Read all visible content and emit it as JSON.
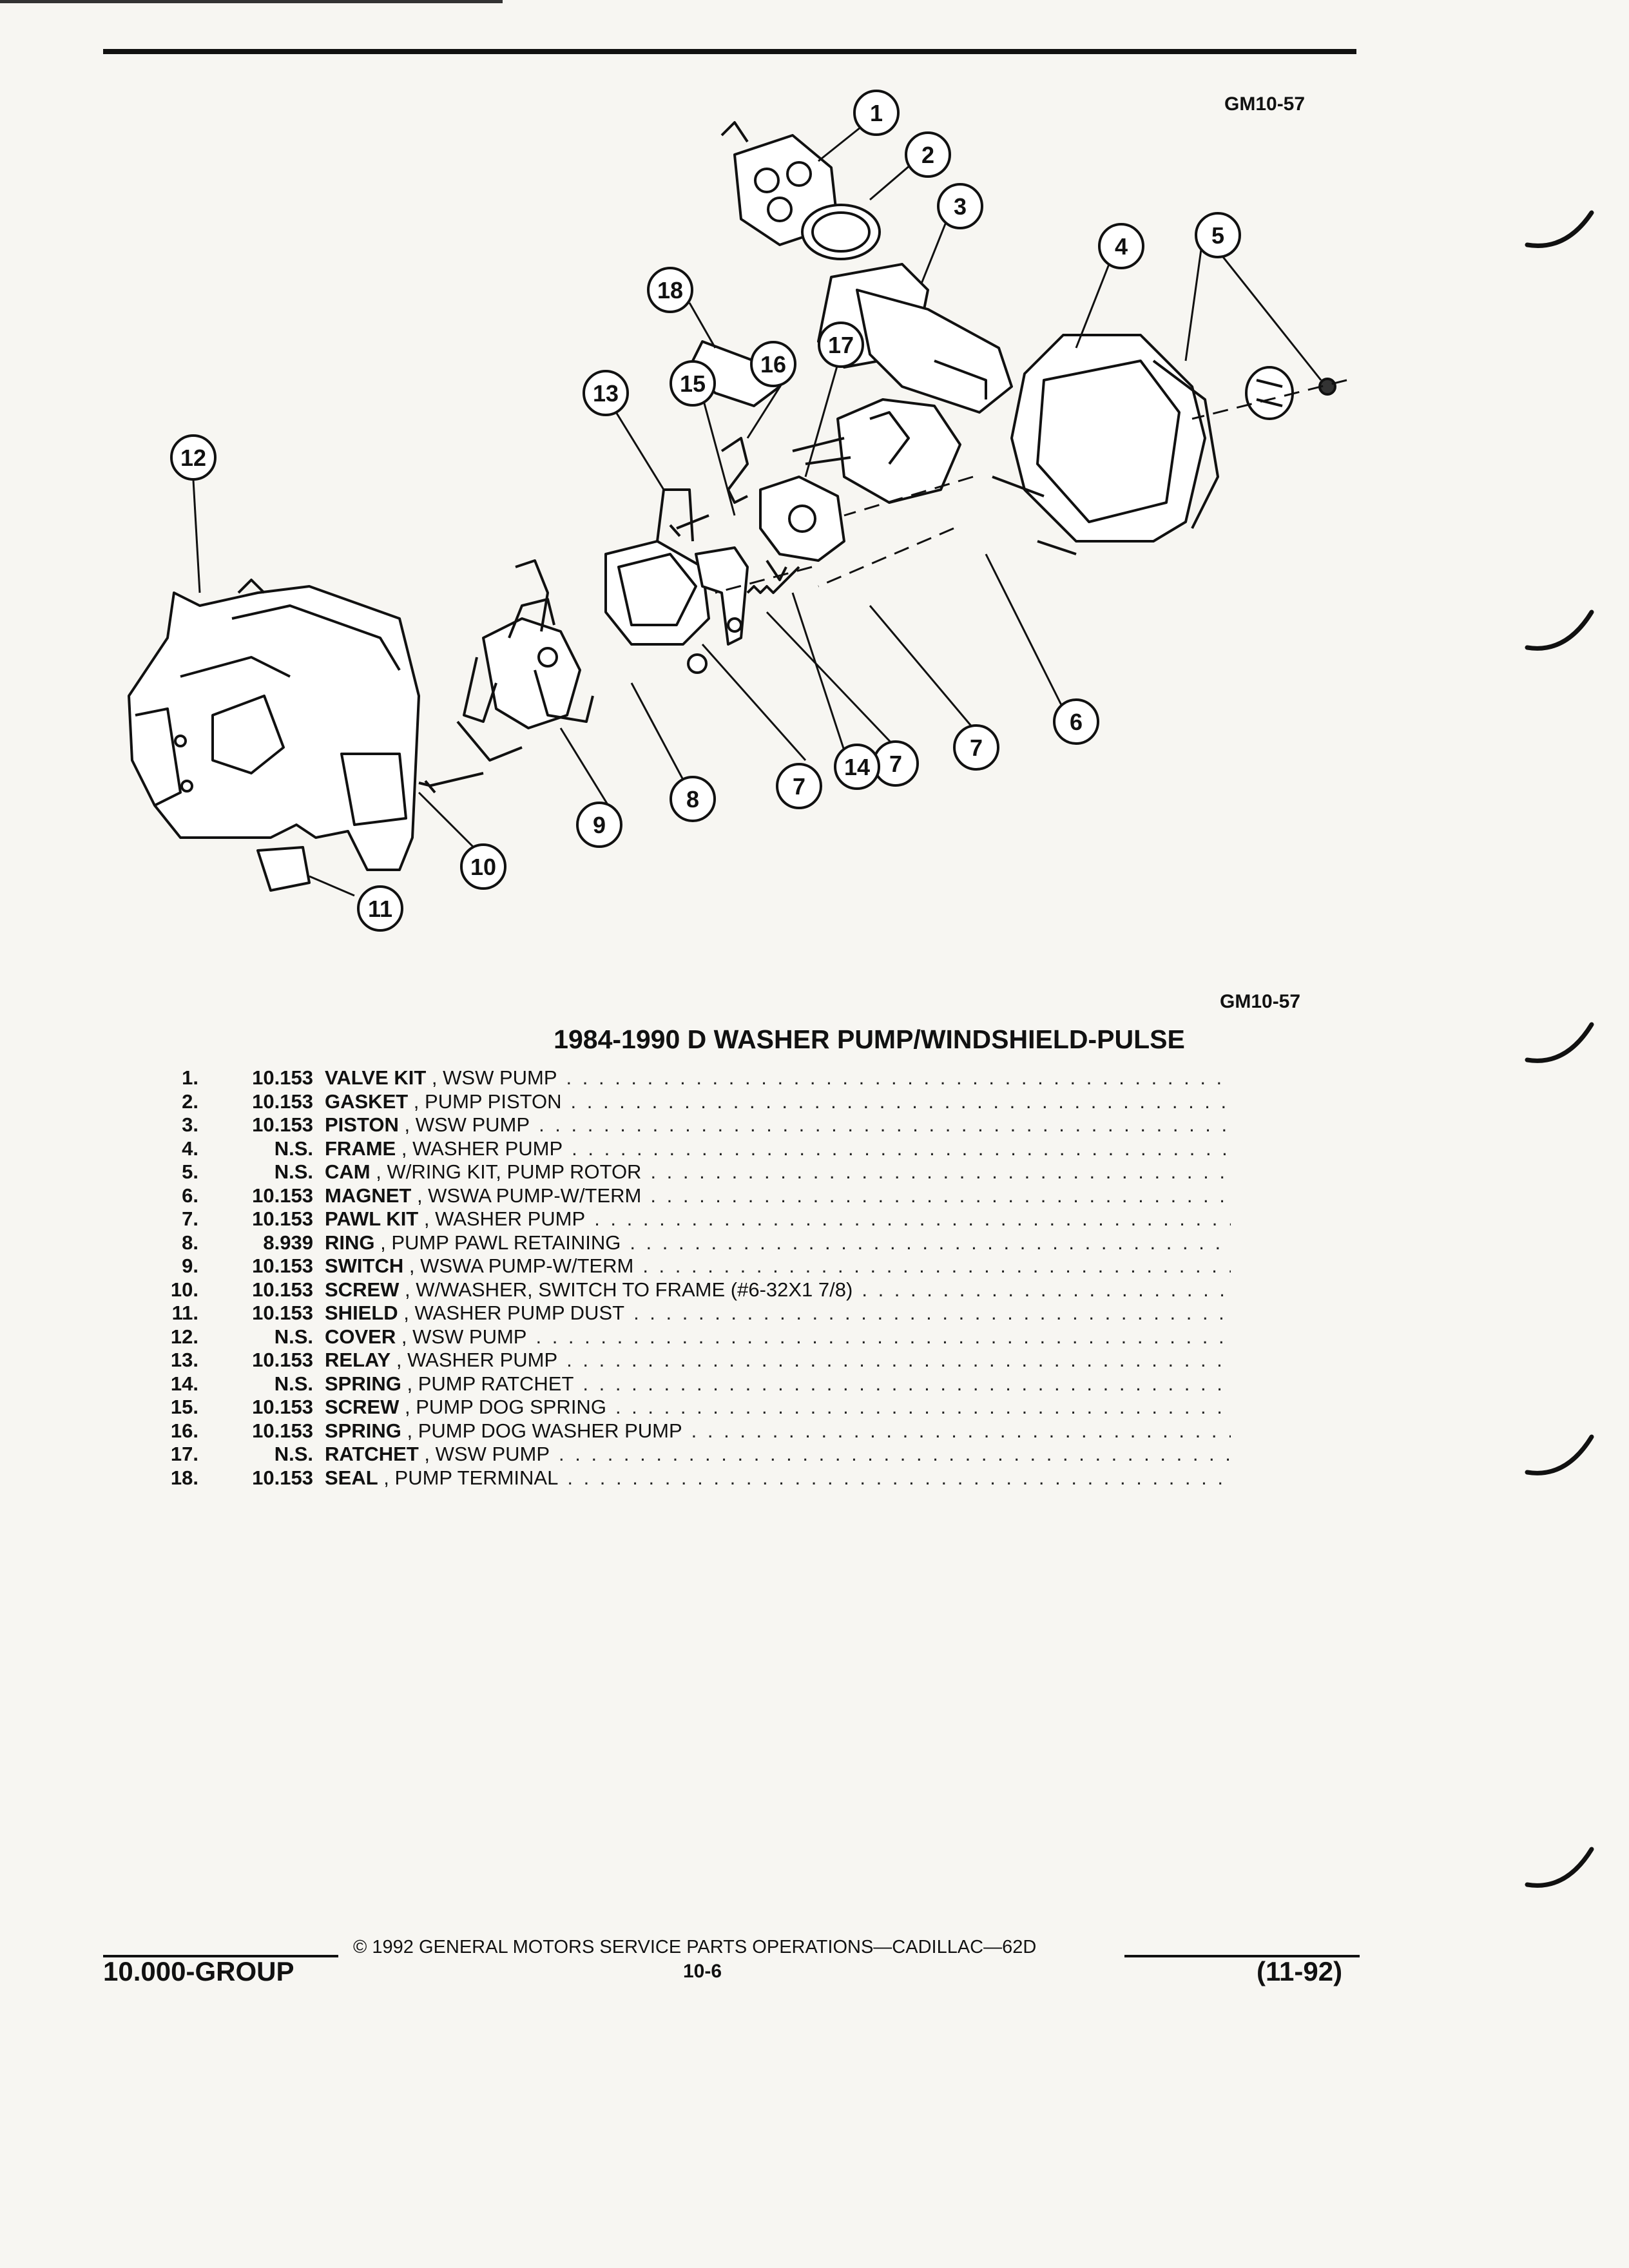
{
  "figure_code_top": "GM10-57",
  "figure_code_bottom": "GM10-57",
  "title": "1984-1990 D WASHER PUMP/WINDSHIELD-PULSE",
  "callouts": [
    "1",
    "2",
    "3",
    "4",
    "5",
    "6",
    "7",
    "7",
    "7",
    "8",
    "9",
    "10",
    "11",
    "12",
    "13",
    "14",
    "15",
    "16",
    "17",
    "18"
  ],
  "parts": [
    {
      "num": "1.",
      "group": "10.153",
      "name": "VALVE KIT",
      "desc": "WSW PUMP"
    },
    {
      "num": "2.",
      "group": "10.153",
      "name": "GASKET",
      "desc": "PUMP PISTON"
    },
    {
      "num": "3.",
      "group": "10.153",
      "name": "PISTON",
      "desc": "WSW PUMP"
    },
    {
      "num": "4.",
      "group": "N.S.",
      "name": "FRAME",
      "desc": "WASHER PUMP"
    },
    {
      "num": "5.",
      "group": "N.S.",
      "name": "CAM",
      "desc": "W/RING KIT, PUMP ROTOR"
    },
    {
      "num": "6.",
      "group": "10.153",
      "name": "MAGNET",
      "desc": "WSWA PUMP-W/TERM"
    },
    {
      "num": "7.",
      "group": "10.153",
      "name": "PAWL KIT",
      "desc": "WASHER PUMP"
    },
    {
      "num": "8.",
      "group": "8.939",
      "name": "RING",
      "desc": "PUMP PAWL RETAINING"
    },
    {
      "num": "9.",
      "group": "10.153",
      "name": "SWITCH",
      "desc": "WSWA PUMP-W/TERM"
    },
    {
      "num": "10.",
      "group": "10.153",
      "name": "SCREW",
      "desc": "W/WASHER, SWITCH TO FRAME (#6-32X1 7/8)"
    },
    {
      "num": "11.",
      "group": "10.153",
      "name": "SHIELD",
      "desc": "WASHER PUMP DUST"
    },
    {
      "num": "12.",
      "group": "N.S.",
      "name": "COVER",
      "desc": "WSW PUMP"
    },
    {
      "num": "13.",
      "group": "10.153",
      "name": "RELAY",
      "desc": "WASHER PUMP"
    },
    {
      "num": "14.",
      "group": "N.S.",
      "name": "SPRING",
      "desc": "PUMP RATCHET"
    },
    {
      "num": "15.",
      "group": "10.153",
      "name": "SCREW",
      "desc": "PUMP DOG SPRING"
    },
    {
      "num": "16.",
      "group": "10.153",
      "name": "SPRING",
      "desc": "PUMP DOG WASHER PUMP"
    },
    {
      "num": "17.",
      "group": "N.S.",
      "name": "RATCHET",
      "desc": "WSW PUMP"
    },
    {
      "num": "18.",
      "group": "10.153",
      "name": "SEAL",
      "desc": "PUMP TERMINAL"
    }
  ],
  "footer": {
    "copyright": "© 1992 GENERAL MOTORS SERVICE PARTS OPERATIONS—CADILLAC—62D",
    "group": "10.000-GROUP",
    "page": "10-6",
    "date": "(11-92)"
  }
}
